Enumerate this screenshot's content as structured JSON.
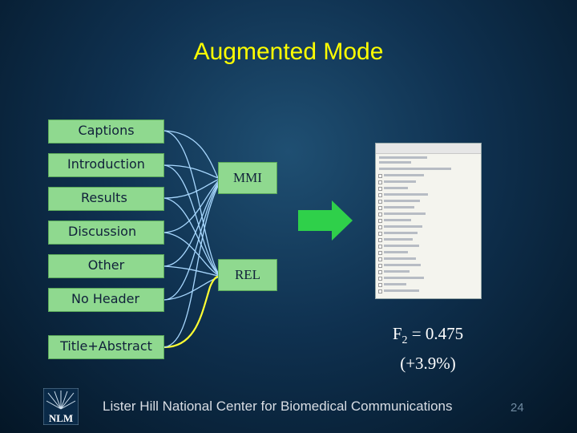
{
  "title": "Augmented Mode",
  "sections": [
    "Captions",
    "Introduction",
    "Results",
    "Discussion",
    "Other",
    "No Header",
    "Title+Abstract"
  ],
  "methods": [
    "MMI",
    "REL"
  ],
  "score": {
    "prefix": "F",
    "subscript": "2",
    "value": " = 0.475",
    "improvement": "(+3.9%)"
  },
  "footer": "Lister Hill National Center for Biomedical Communications",
  "page_number": "24",
  "logo_text": "NLM",
  "colors": {
    "title": "#ffff00",
    "box": "#8fd98f",
    "arrow": "#2fd04a",
    "connector": "#a8d8ff",
    "highlight_connector": "#ffff33"
  },
  "icons": {
    "arrow": "right-arrow-icon",
    "logo": "nlm-logo-icon"
  }
}
